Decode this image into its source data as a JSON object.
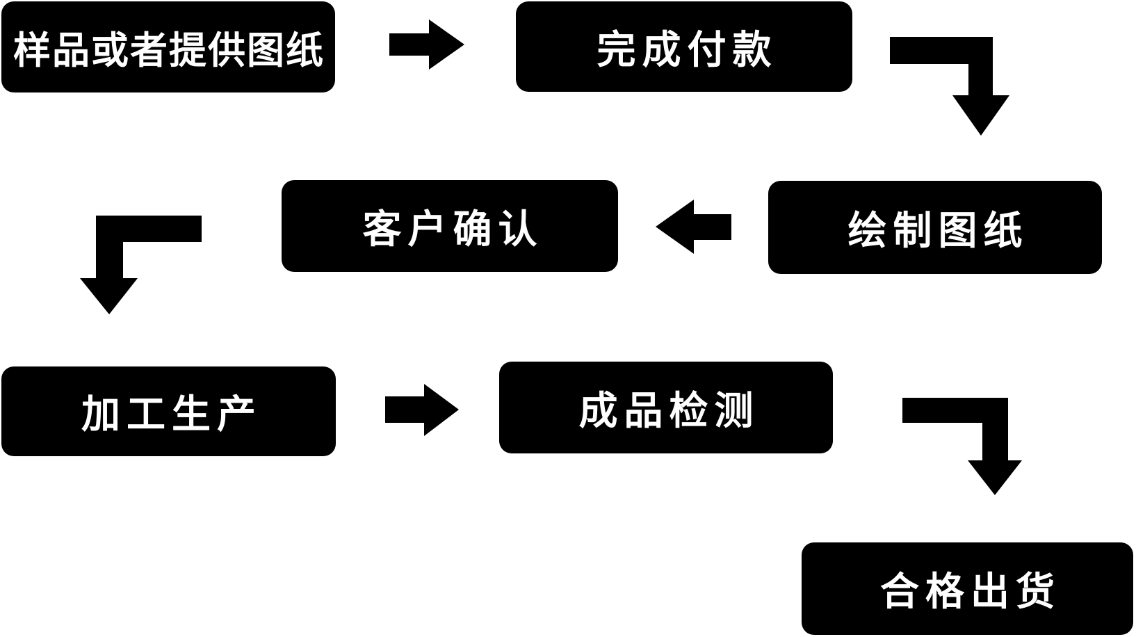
{
  "diagram": {
    "type": "flowchart",
    "title": "",
    "colors": {
      "background": "#ffffff",
      "node_fill": "#000000",
      "node_text": "#ffffff",
      "arrow": "#000000"
    },
    "nodes": [
      {
        "id": "step-1",
        "label": "样品或者提供图纸"
      },
      {
        "id": "step-2",
        "label": "完成付款"
      },
      {
        "id": "step-3",
        "label": "绘制图纸"
      },
      {
        "id": "step-4",
        "label": "客户确认"
      },
      {
        "id": "step-5",
        "label": "加工生产"
      },
      {
        "id": "step-6",
        "label": "成品检测"
      },
      {
        "id": "step-7",
        "label": "合格出货"
      }
    ],
    "edges": [
      {
        "from": "step-1",
        "to": "step-2",
        "shape": "arrow-right"
      },
      {
        "from": "step-2",
        "to": "step-3",
        "shape": "arrow-elbow-right-down"
      },
      {
        "from": "step-3",
        "to": "step-4",
        "shape": "arrow-left"
      },
      {
        "from": "step-4",
        "to": "step-5",
        "shape": "arrow-elbow-left-down"
      },
      {
        "from": "step-5",
        "to": "step-6",
        "shape": "arrow-right"
      },
      {
        "from": "step-6",
        "to": "step-7",
        "shape": "arrow-elbow-right-down"
      }
    ]
  }
}
